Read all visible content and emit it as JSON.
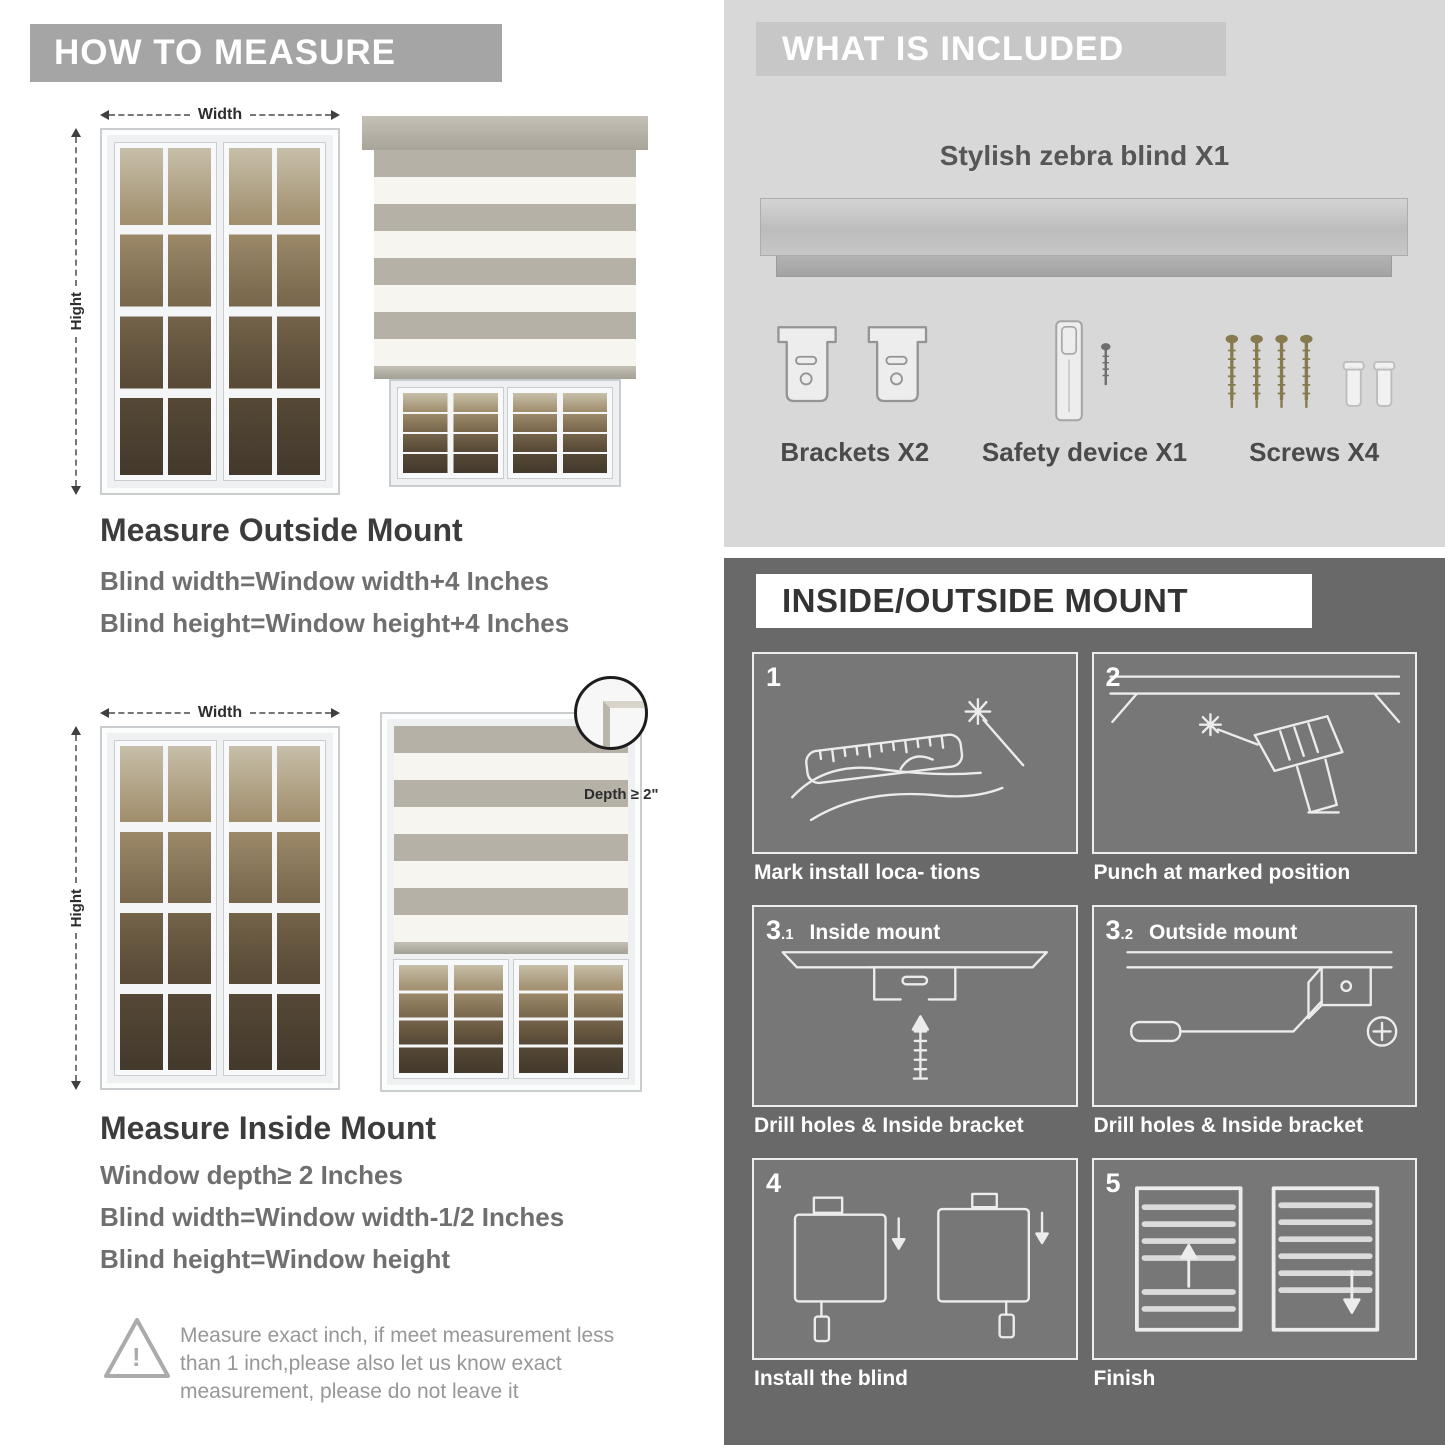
{
  "left": {
    "header": "HOW TO MEASURE",
    "outside": {
      "width_label": "Width",
      "height_label": "Hight",
      "title": "Measure Outside Mount",
      "lines": [
        "Blind width=Window width+4 Inches",
        "Blind height=Window height+4 Inches"
      ]
    },
    "inside": {
      "width_label": "Width",
      "height_label": "Hight",
      "depth_label": "Depth ≥ 2\"",
      "title": "Measure Inside Mount",
      "lines": [
        "Window depth≥ 2 Inches",
        "Blind width=Window width-1/2 Inches",
        "Blind height=Window height"
      ]
    },
    "note": {
      "mark": "!",
      "line1": "Measure exact inch, if meet measurement less",
      "line2": "than 1 inch,please also let us know exact",
      "line3": "measurement, please do not leave it"
    }
  },
  "right": {
    "included": {
      "header": "WHAT IS INCLUDED",
      "product": "Stylish zebra blind X1",
      "items": [
        "Brackets X2",
        "Safety device X1",
        "Screws X4"
      ]
    },
    "mount": {
      "header": "INSIDE/OUTSIDE MOUNT",
      "steps": [
        {
          "num": "1",
          "caption": "Mark install loca- tions"
        },
        {
          "num": "2",
          "caption": "Punch at  marked position"
        },
        {
          "num": "3",
          "sub": ".1",
          "title": "Inside mount",
          "caption": "Drill holes &  Inside bracket"
        },
        {
          "num": "3",
          "sub": ".2",
          "title": "Outside mount",
          "caption": "Drill holes &  Inside bracket"
        },
        {
          "num": "4",
          "caption": "Install the blind"
        },
        {
          "num": "5",
          "caption": "Finish"
        }
      ]
    }
  }
}
